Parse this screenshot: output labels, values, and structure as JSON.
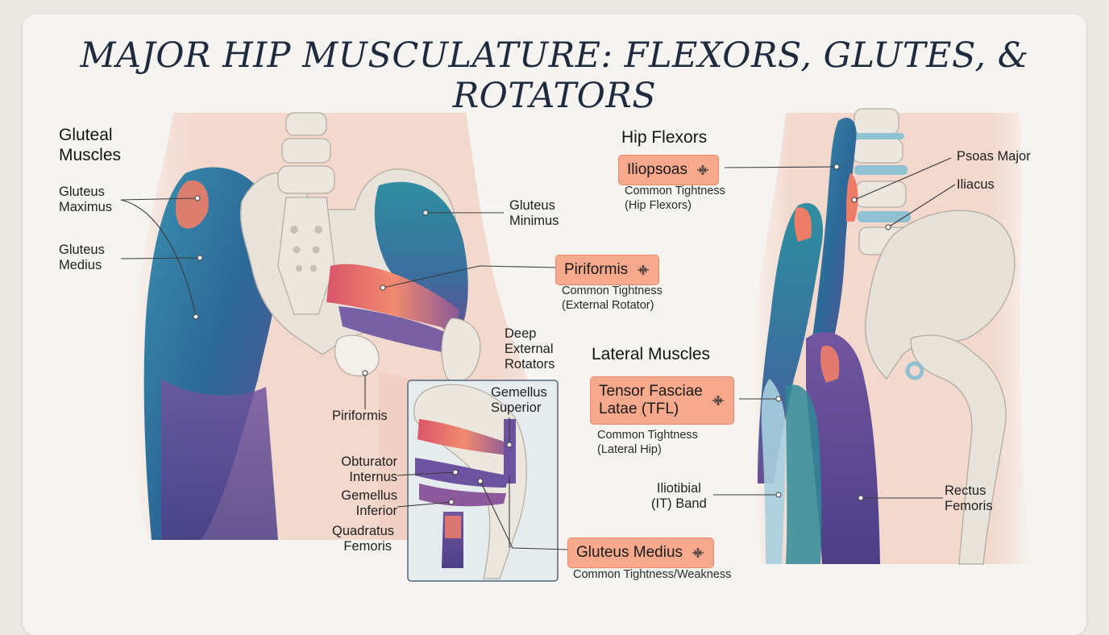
{
  "title": "MAJOR HIP MUSCULATURE: FLEXORS, GLUTES, & ROTATORS",
  "gluteal": {
    "heading": [
      "Gluteal",
      "Muscles"
    ],
    "gluteus_maximus": [
      "Gluteus",
      "Maximus"
    ],
    "gluteus_medius": [
      "Gluteus",
      "Medius"
    ],
    "gluteus_minimus": [
      "Gluteus",
      "Minimus"
    ]
  },
  "rotators": {
    "piriformis_badge": "Piriformis",
    "piriformis_note": [
      "Common Tightness",
      "(External Rotator)"
    ],
    "deep_external": [
      "Deep",
      "External",
      "Rotators"
    ],
    "piriformis": "Piriformis",
    "gemellus_superior": [
      "Gemellus",
      "Superior"
    ],
    "obturator_internus": [
      "Obturator",
      "Internus"
    ],
    "gemellus_inferior": [
      "Gemellus",
      "Inferior"
    ],
    "quadratus_femoris": [
      "Quadratus",
      "Femoris"
    ]
  },
  "flexors": {
    "heading": "Hip Flexors",
    "iliopsoas_badge": "Iliopsoas",
    "iliopsoas_note": [
      "Common Tightness",
      "(Hip Flexors)"
    ],
    "psoas_major": "Psoas Major",
    "iliacus": "Iliacus"
  },
  "lateral": {
    "heading": "Lateral Muscles",
    "tfl_badge": [
      "Tensor Fasciae",
      "Latae (TFL)"
    ],
    "tfl_note": [
      "Common Tightness",
      "(Lateral Hip)"
    ],
    "it_band": [
      "Iliotibial",
      "(IT) Band"
    ],
    "rectus_femoris": [
      "Rectus",
      "Femoris"
    ]
  },
  "gluteus_medius_badge": "Gluteus Medius",
  "gluteus_medius_note": "Common Tightness/Weakness",
  "colors": {
    "muscle_blue": "#2f6f9a",
    "muscle_teal": "#2e8a98",
    "muscle_purple": "#6a4d93",
    "muscle_red": "#ee7c66",
    "bone": "#e6e2da",
    "skin": "#f3d7cc",
    "badge": "#f6a98c",
    "title": "#1e2a3e"
  },
  "icons": [
    "compress-arrows-icon"
  ]
}
